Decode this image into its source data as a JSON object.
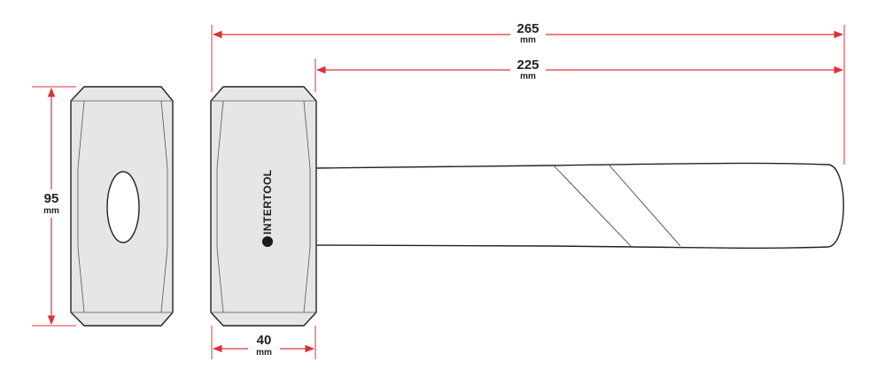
{
  "dimensions": {
    "total_length": {
      "value": "265",
      "unit": "mm"
    },
    "handle_length": {
      "value": "225",
      "unit": "mm"
    },
    "head_height": {
      "value": "95",
      "unit": "mm"
    },
    "head_width": {
      "value": "40",
      "unit": "mm"
    }
  },
  "brand": {
    "name": "INTERTOOL"
  },
  "colors": {
    "dimension_line": "#e0303a",
    "head_fill": "#e6e6e6",
    "outline": "#222222",
    "handle_fill": "#ffffff",
    "text": "#222222"
  }
}
